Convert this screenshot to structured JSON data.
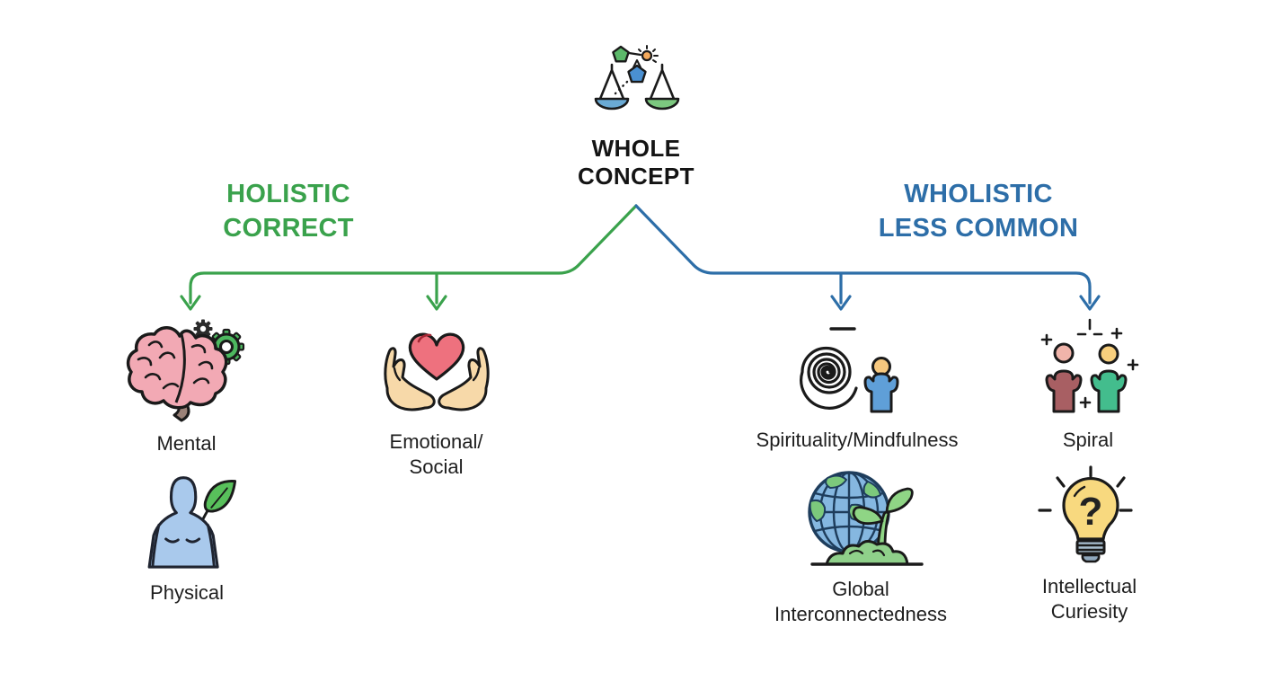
{
  "diagram": {
    "root": {
      "icon": "balance-scale-icon",
      "label_line1": "WHOLE",
      "label_line2": "CONCEPT"
    },
    "left_branch": {
      "heading_line1": "HOLISTIC",
      "heading_line2": "CORRECT",
      "color": "#3aa24c",
      "items": [
        {
          "id": "mental",
          "label": "Mental",
          "icon": "brain-gears-icon"
        },
        {
          "id": "emotional-social",
          "label_line1": "Emotional/",
          "label_line2": "Social",
          "icon": "hands-heart-icon"
        },
        {
          "id": "physical",
          "label": "Physical",
          "icon": "body-leaf-icon"
        }
      ]
    },
    "right_branch": {
      "heading_line1": "WHOLISTIC",
      "heading_line2": "LESS COMMON",
      "color": "#2d6ea8",
      "items": [
        {
          "id": "spirituality-mindfulness",
          "label": "Spirituality/Mindfulness",
          "icon": "spiral-person-icon"
        },
        {
          "id": "spiral",
          "label": "Spiral",
          "icon": "two-people-icon"
        },
        {
          "id": "global-interconnectedness",
          "label": "Global Interconnectedness",
          "icon": "globe-plant-icon"
        },
        {
          "id": "intellectual-curiesity",
          "label_line1": "Intellectual",
          "label_line2": "Curiesity",
          "icon": "lightbulb-question-icon"
        }
      ]
    },
    "colors": {
      "holistic_green": "#3aa24c",
      "wholistic_blue": "#2d6ea8",
      "text_black": "#1e1e1e"
    }
  }
}
